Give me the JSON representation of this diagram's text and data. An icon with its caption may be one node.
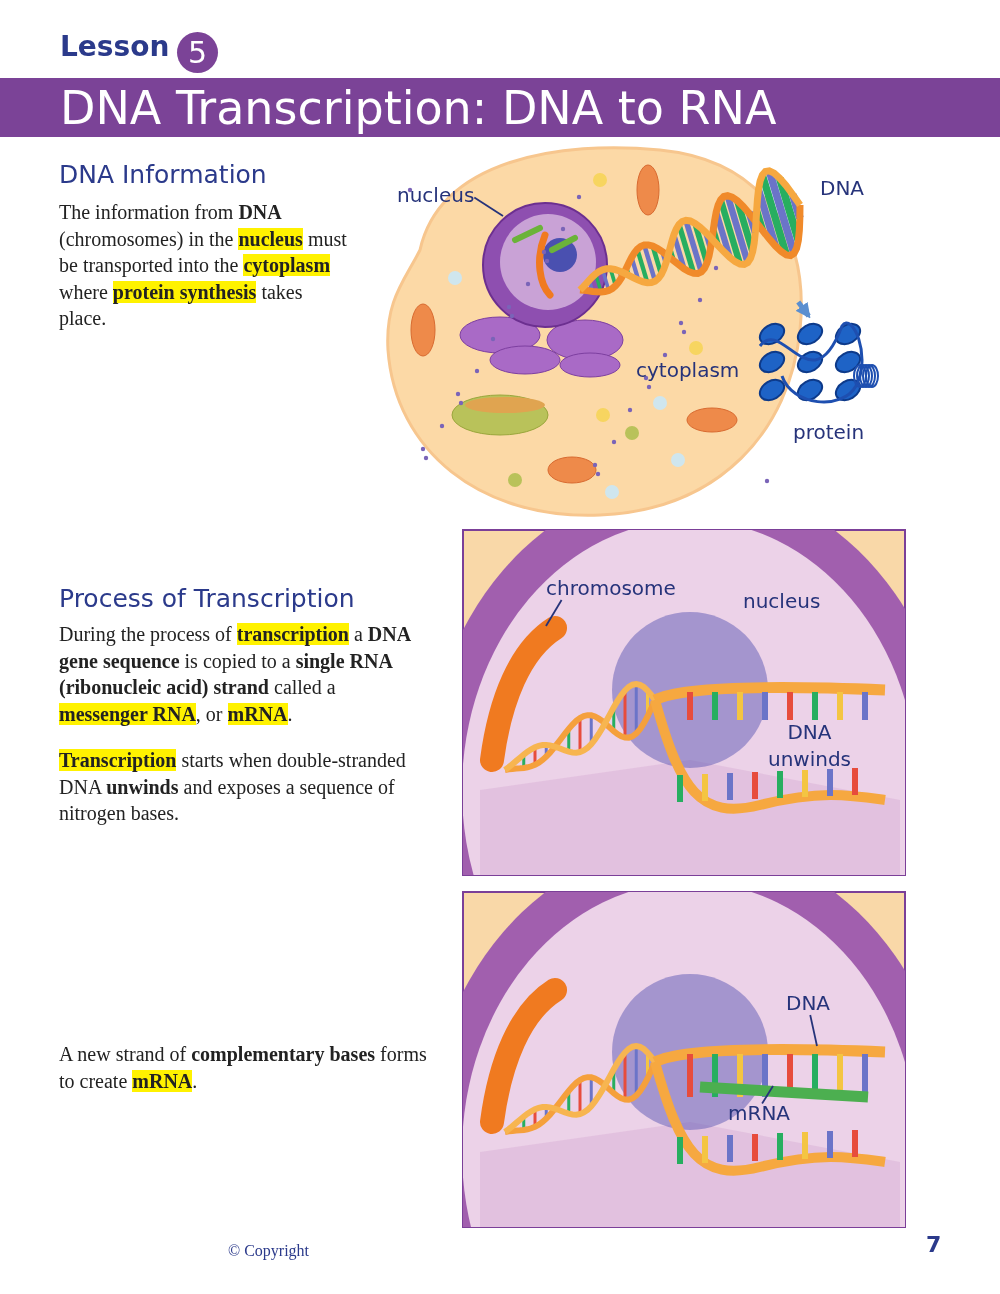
{
  "diagram": {
    "title": "DNA Transcription: DNA to RNA",
    "nodes": [
      {
        "text": [
          "nucleus"
        ]
      },
      {
        "text": [],
        "shape": "picture",
        "beside": [
          "DNA"
        ]
      },
      {
        "text": [],
        "shape": "picture",
        "beside": [
          "protein"
        ]
      },
      {
        "text": [
          "chromosome"
        ]
      },
      {
        "text": [
          "DNA"
        ]
      },
      {
        "text": [
          "mRNA"
        ]
      }
    ],
    "edges": [
      {
        "from": 0,
        "to": null,
        "arrow": "none"
      },
      {
        "from": 1,
        "to": 2,
        "arrow": "to",
        "style": "thick",
        "color": "#5b8fd0"
      },
      {
        "from": 3,
        "to": null,
        "arrow": "none"
      },
      {
        "from": 4,
        "to": null,
        "arrow": "none"
      },
      {
        "from": 5,
        "to": null,
        "arrow": "none"
      }
    ],
    "labels": [
      "Lesson",
      "5",
      "DNA Information",
      "The information from **DNA** (chromosomes) in the *nucleus* must be transported into the *cytoplasm* where *protein synthesis* takes place.",
      "cytoplasm",
      "Process of Transcription",
      "During the process of *transcription* a **DNA gene sequence** is copied to a **single RNA (ribonucleic acid) strand** called a *messenger RNA*, or *mRNA*.",
      "*Transcription* starts when double-stranded DNA **unwinds** and exposes a sequence of nitrogen bases.",
      "nucleus",
      "DNA unwinds",
      "A new strand of **complementary bases** forms to create *mRNA*.",
      "© Copyright",
      "7"
    ]
  }
}
